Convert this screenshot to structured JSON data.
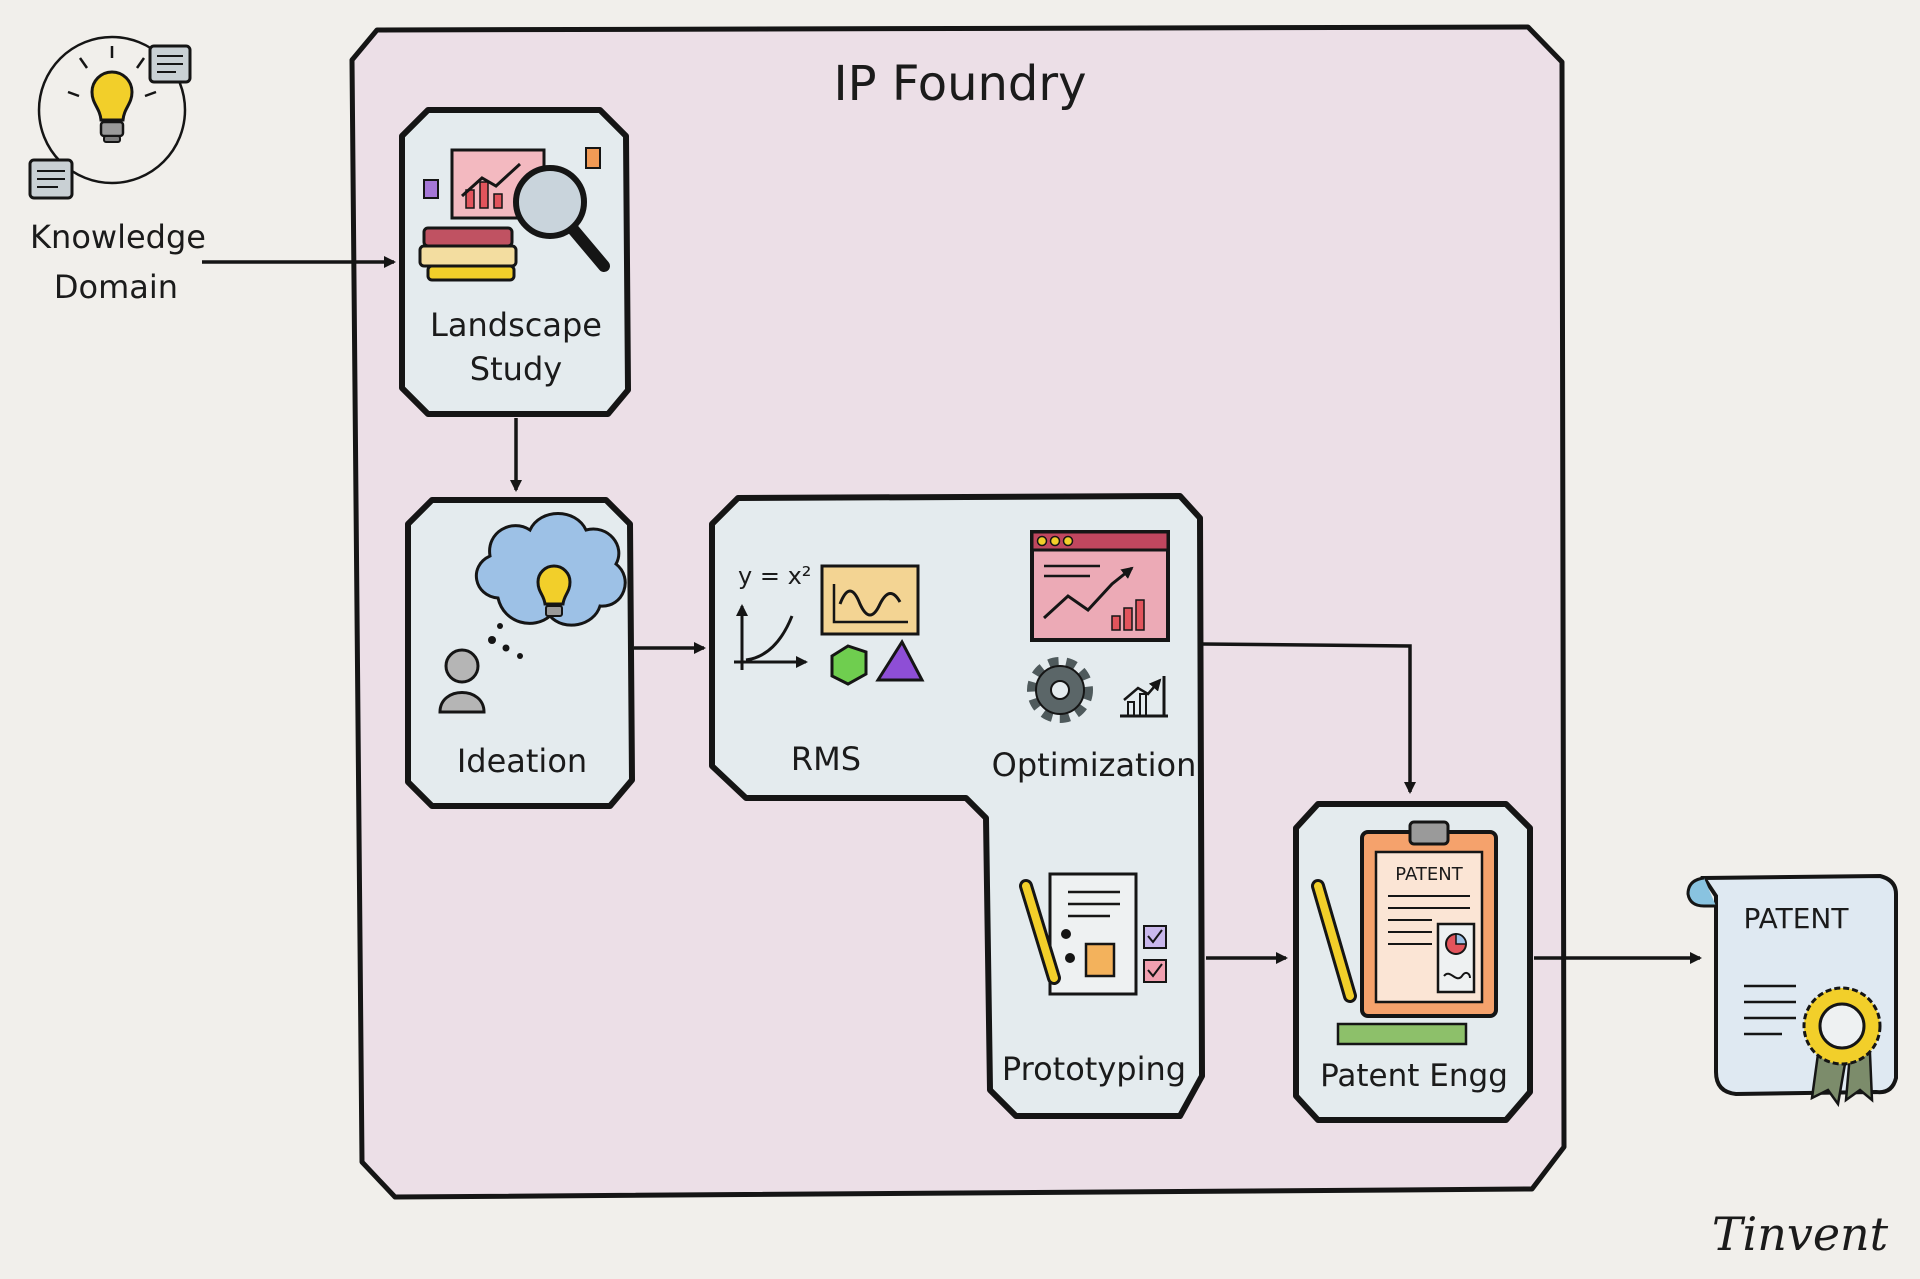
{
  "title": "IP Foundry",
  "external": {
    "input_label_line1": "Knowledge",
    "input_label_line2": "Domain"
  },
  "stages": {
    "landscape_line1": "Landscape",
    "landscape_line2": "Study",
    "ideation": "Ideation",
    "rms": "RMS",
    "optimization": "Optimization",
    "prototyping": "Prototyping",
    "patent_engg": "Patent Engg"
  },
  "icons": {
    "rms_formula": "y = x²",
    "clipboard_label": "PATENT",
    "certificate_label": "PATENT"
  },
  "signature": "Tinvent",
  "colors": {
    "container_fill": "#ecdfe7",
    "stage_fill": "#e4ebee",
    "outline": "#151515",
    "accent_yellow": "#f2cf2a",
    "accent_red": "#e2545c",
    "accent_orange": "#f19a55",
    "accent_blue": "#9dc1e6"
  }
}
